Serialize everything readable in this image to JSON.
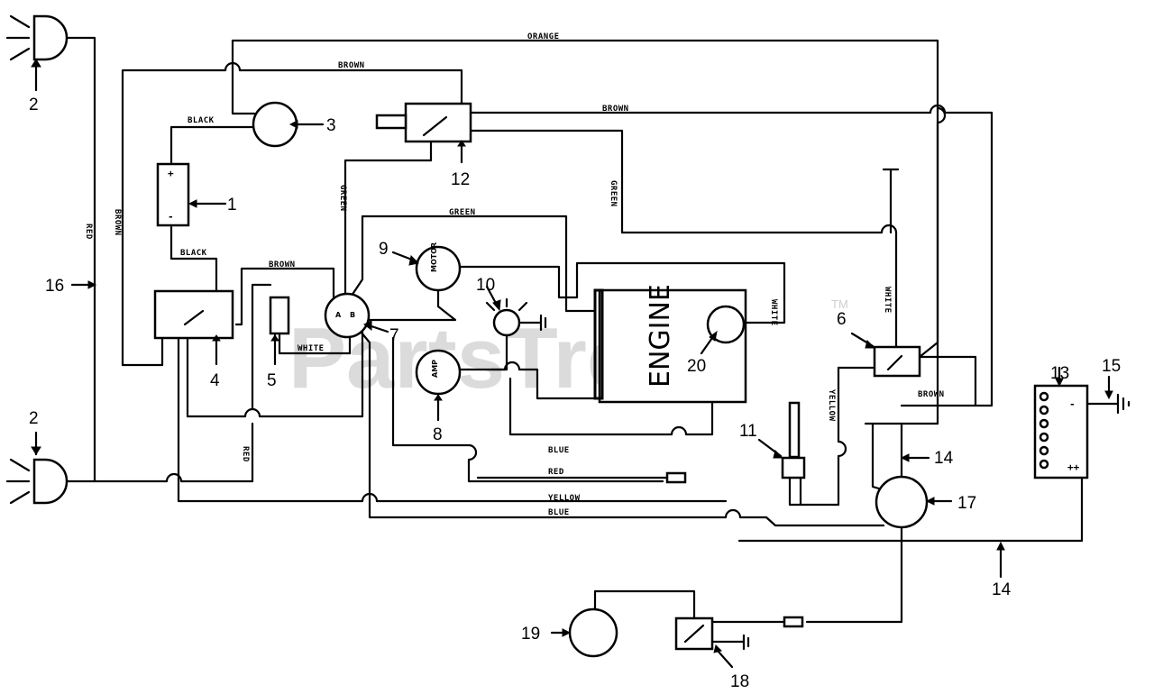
{
  "watermark": {
    "text": "PartsTree",
    "trademark": "TM"
  },
  "engine_label": "ENGINE",
  "component_numbers": {
    "n1": "1",
    "n2a": "2",
    "n2b": "2",
    "n3": "3",
    "n4": "4",
    "n5": "5",
    "n6": "6",
    "n7": "7",
    "n8": "8",
    "n9": "9",
    "n10": "10",
    "n11": "11",
    "n12": "12",
    "n13": "13",
    "n14a": "14",
    "n14b": "14",
    "n15": "15",
    "n16": "16",
    "n17": "17",
    "n18": "18",
    "n19": "19",
    "n20": "20"
  },
  "wire_labels": {
    "orange": "ORANGE",
    "brown_top": "BROWN",
    "brown_12": "BROWN",
    "black_1": "BLACK",
    "black_2": "BLACK",
    "brown_left": "BROWN",
    "red_left": "RED",
    "green_7": "GREEN",
    "green_top": "GREEN",
    "green_right": "GREEN",
    "brown_4": "BROWN",
    "white_5": "WHITE",
    "white_engine": "WHITE",
    "white_6": "WHITE",
    "yellow_6": "YELLOW",
    "brown_bottom": "BROWN",
    "blue_mid": "BLUE",
    "red_mid": "RED",
    "red_vertical": "RED",
    "yellow_bottom": "YELLOW",
    "blue_bottom": "BLUE"
  },
  "gauge_labels": {
    "motor": "MOTOR",
    "amp": "AMP"
  }
}
